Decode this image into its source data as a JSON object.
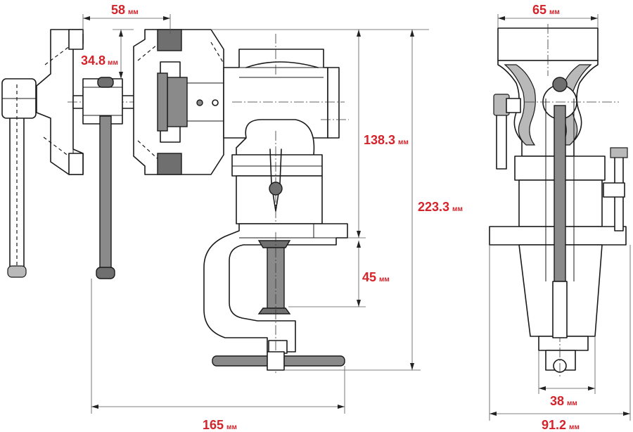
{
  "dimensions": {
    "jaw_opening": {
      "value": "58",
      "unit": "мм"
    },
    "jaw_depth": {
      "value": "34.8",
      "unit": "мм"
    },
    "height_to_clamp": {
      "value": "138.3",
      "unit": "мм"
    },
    "total_height": {
      "value": "223.3",
      "unit": "мм"
    },
    "clamp_opening": {
      "value": "45",
      "unit": "мм"
    },
    "total_length": {
      "value": "165",
      "unit": "мм"
    },
    "jaw_width": {
      "value": "65",
      "unit": "мм"
    },
    "base_width": {
      "value": "38",
      "unit": "мм"
    },
    "total_width": {
      "value": "91.2",
      "unit": "мм"
    }
  },
  "colors": {
    "dimension_text": "#d4232a",
    "line": "#1a1a1a",
    "fill_grey": "#8a8a8a"
  }
}
